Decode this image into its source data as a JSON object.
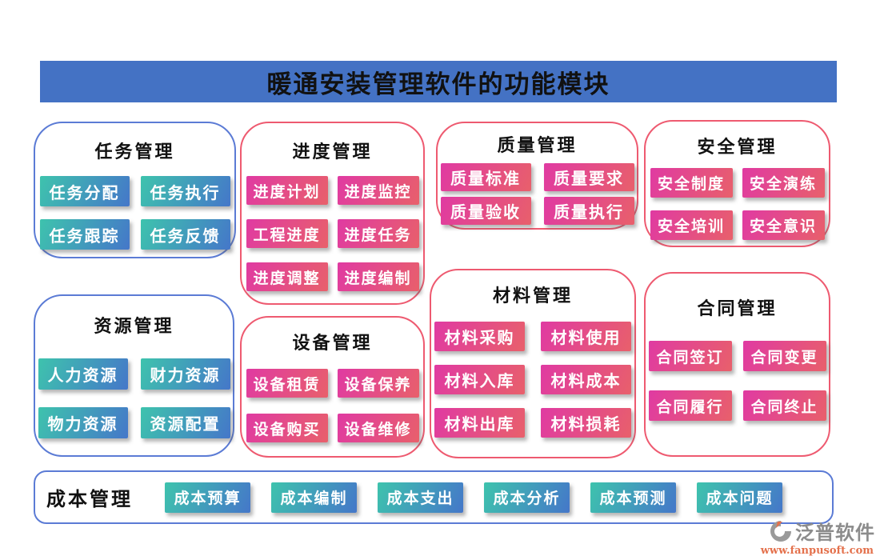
{
  "banner": {
    "title": "暖通安装管理软件的功能模块",
    "bg_color": "#4472C4"
  },
  "modules": [
    {
      "id": "task",
      "title": "任务管理",
      "border_color": "#5B7BD5",
      "button_style": "teal",
      "buttons": [
        "任务分配",
        "任务执行",
        "任务跟踪",
        "任务反馈"
      ]
    },
    {
      "id": "progress",
      "title": "进度管理",
      "border_color": "#EE5A70",
      "button_style": "pink",
      "buttons": [
        "进度计划",
        "进度监控",
        "工程进度",
        "进度任务",
        "进度调整",
        "进度编制"
      ]
    },
    {
      "id": "quality",
      "title": "质量管理",
      "border_color": "#EE5A70",
      "button_style": "pink",
      "buttons": [
        "质量标准",
        "质量要求",
        "质量验收",
        "质量执行"
      ]
    },
    {
      "id": "safety",
      "title": "安全管理",
      "border_color": "#EE5A70",
      "button_style": "pink",
      "buttons": [
        "安全制度",
        "安全演练",
        "安全培训",
        "安全意识"
      ]
    },
    {
      "id": "resource",
      "title": "资源管理",
      "border_color": "#5B7BD5",
      "button_style": "teal",
      "buttons": [
        "人力资源",
        "财力资源",
        "物力资源",
        "资源配置"
      ]
    },
    {
      "id": "equipment",
      "title": "设备管理",
      "border_color": "#EE5A70",
      "button_style": "pink",
      "buttons": [
        "设备租赁",
        "设备保养",
        "设备购买",
        "设备维修"
      ]
    },
    {
      "id": "material",
      "title": "材料管理",
      "border_color": "#EE5A70",
      "button_style": "pink",
      "buttons": [
        "材料采购",
        "材料使用",
        "材料入库",
        "材料成本",
        "材料出库",
        "材料损耗"
      ]
    },
    {
      "id": "contract",
      "title": "合同管理",
      "border_color": "#EE5A70",
      "button_style": "pink",
      "buttons": [
        "合同签订",
        "合同变更",
        "合同履行",
        "合同终止"
      ]
    }
  ],
  "cost_bar": {
    "title": "成本管理",
    "button_style": "teal",
    "buttons": [
      "成本预算",
      "成本编制",
      "成本支出",
      "成本分析",
      "成本预测",
      "成本问题"
    ]
  },
  "footer_logo": {
    "brand": "泛普软件",
    "url": "www.fanpusoft.com"
  },
  "colors": {
    "banner_bg": "#4472C4",
    "blue_border": "#5B7BD5",
    "red_border": "#EE5A70",
    "teal_gradient_start": "#3EC3AD",
    "teal_gradient_end": "#4577C9",
    "pink_gradient_start": "#E03AA2",
    "pink_gradient_end": "#E8606B",
    "logo_gray": "#8C8C8C",
    "logo_orange": "#E4714C"
  }
}
